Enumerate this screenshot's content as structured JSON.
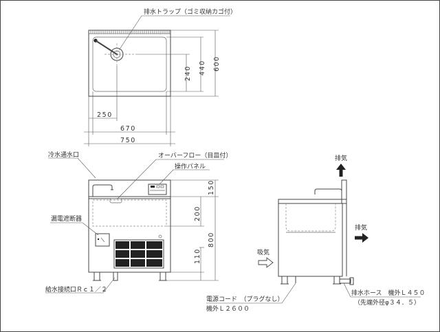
{
  "frame_border": "#444444",
  "top_view": {
    "label_drain_trap": "排水トラップ（ゴミ収納カゴ付）",
    "dim_600": "600",
    "dim_440": "440",
    "dim_240": "240",
    "dim_250": "250",
    "dim_670": "670",
    "dim_750": "750"
  },
  "front_view": {
    "label_cold_water_port": "冷水通水口",
    "label_overflow": "オーバーフロー（目皿付）",
    "label_control_panel": "操作パネル",
    "label_leakage_breaker": "漏電遮断器",
    "label_supply_connection": "給水接続口Ｒｃ１／２",
    "dim_150": "150",
    "dim_200": "200",
    "dim_800": "800",
    "dim_110": "110"
  },
  "side_view": {
    "label_exhaust_top": "排気",
    "label_exhaust_side": "排気",
    "label_intake": "吸気",
    "label_power_cord": "電源コード　（プラグなし）",
    "label_power_cord_length": "機外Ｌ２６００",
    "label_drain_hose": "排水ホース　機外Ｌ４５０",
    "label_drain_hose_diameter": "（先端外径φ３４．５）"
  }
}
